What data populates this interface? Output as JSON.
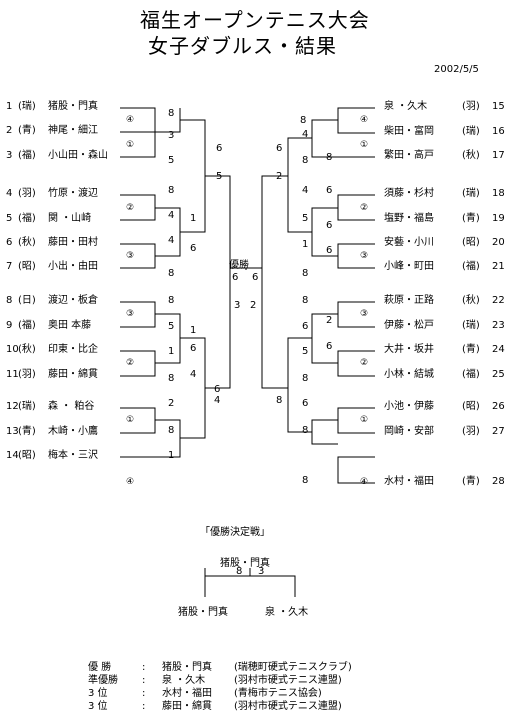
{
  "title_line1": "福生オープンテニス大会",
  "title_line2": "女子ダブルス・結果",
  "date": "2002/5/5",
  "left_players": [
    {
      "no": "1",
      "club": "瑞",
      "names": "猪股・門真"
    },
    {
      "no": "2",
      "club": "青",
      "names": "神尾・細江"
    },
    {
      "no": "3",
      "club": "福",
      "names": "小山田・森山"
    },
    {
      "no": "4",
      "club": "羽",
      "names": "竹原・渡辺"
    },
    {
      "no": "5",
      "club": "福",
      "names": "関 ・山崎"
    },
    {
      "no": "6",
      "club": "秋",
      "names": "藤田・田村"
    },
    {
      "no": "7",
      "club": "昭",
      "names": "小出・由田"
    },
    {
      "no": "8",
      "club": "日",
      "names": "渡辺・板倉"
    },
    {
      "no": "9",
      "club": "福",
      "names": "奥田 本藤"
    },
    {
      "no": "10",
      "club": "秋",
      "names": "印東・比企"
    },
    {
      "no": "11",
      "club": "羽",
      "names": "藤田・綿貫"
    },
    {
      "no": "12",
      "club": "瑞",
      "names": "森 ・ 粕谷"
    },
    {
      "no": "13",
      "club": "青",
      "names": "木崎・小鷹"
    },
    {
      "no": "14",
      "club": "昭",
      "names": "梅本・三沢"
    }
  ],
  "right_players": [
    {
      "no": "15",
      "club": "羽",
      "names": "泉 ・久木"
    },
    {
      "no": "16",
      "club": "瑞",
      "names": "柴田・富岡"
    },
    {
      "no": "17",
      "club": "秋",
      "names": "繁田・高戸"
    },
    {
      "no": "18",
      "club": "瑞",
      "names": "須藤・杉村"
    },
    {
      "no": "19",
      "club": "青",
      "names": "塩野・福島"
    },
    {
      "no": "20",
      "club": "昭",
      "names": "安藝・小川"
    },
    {
      "no": "21",
      "club": "福",
      "names": "小峰・町田"
    },
    {
      "no": "22",
      "club": "秋",
      "names": "萩原・正路"
    },
    {
      "no": "23",
      "club": "瑞",
      "names": "伊藤・松戸"
    },
    {
      "no": "24",
      "club": "青",
      "names": "大井・坂井"
    },
    {
      "no": "25",
      "club": "福",
      "names": "小林・結城"
    },
    {
      "no": "26",
      "club": "昭",
      "names": "小池・伊藤"
    },
    {
      "no": "27",
      "club": "羽",
      "names": "岡崎・安部"
    },
    {
      "no": "28",
      "club": "青",
      "names": "水村・福田"
    }
  ],
  "round_marks": [
    "①",
    "②",
    "③",
    "④"
  ],
  "left_scores": {
    "r1": [
      "8",
      "3",
      "5",
      "8",
      "4",
      "4",
      "8",
      "8",
      "5",
      "1",
      "8",
      "2",
      "8",
      "1"
    ],
    "r2": [
      "6",
      "5",
      "1",
      "6",
      "1",
      "6",
      "4",
      "6",
      "4"
    ]
  },
  "right_scores": {
    "r1": [
      "8",
      "4",
      "8",
      "4",
      "5",
      "1",
      "8",
      "8",
      "6",
      "5",
      "8",
      "6",
      "8",
      "8"
    ],
    "r2": [
      "6",
      "2",
      "8",
      "6",
      "6",
      "6",
      "2",
      "6",
      "8"
    ]
  },
  "final": {
    "label": "優勝",
    "left_score": "6",
    "right_score": "6",
    "left_lower": "3",
    "right_lower": "2"
  },
  "decider": {
    "title": "「優勝決定戦」",
    "winner": "猪股・門真",
    "score_left": "8",
    "score_right": "3",
    "player_left": "猪股・門真",
    "player_right": "泉 ・久木"
  },
  "results": [
    {
      "rank": "優 勝",
      "sep": ":",
      "names": "猪股・門真",
      "club": "(瑞穂町硬式テニスクラブ)"
    },
    {
      "rank": "準優勝",
      "sep": ":",
      "names": "泉 ・久木",
      "club": "(羽村市硬式テニス連盟)"
    },
    {
      "rank": "3 位",
      "sep": ":",
      "names": "水村・福田",
      "club": "(青梅市テニス協会)"
    },
    {
      "rank": "3 位",
      "sep": ":",
      "names": "藤田・綿貫",
      "club": "(羽村市硬式テニス連盟)"
    }
  ]
}
